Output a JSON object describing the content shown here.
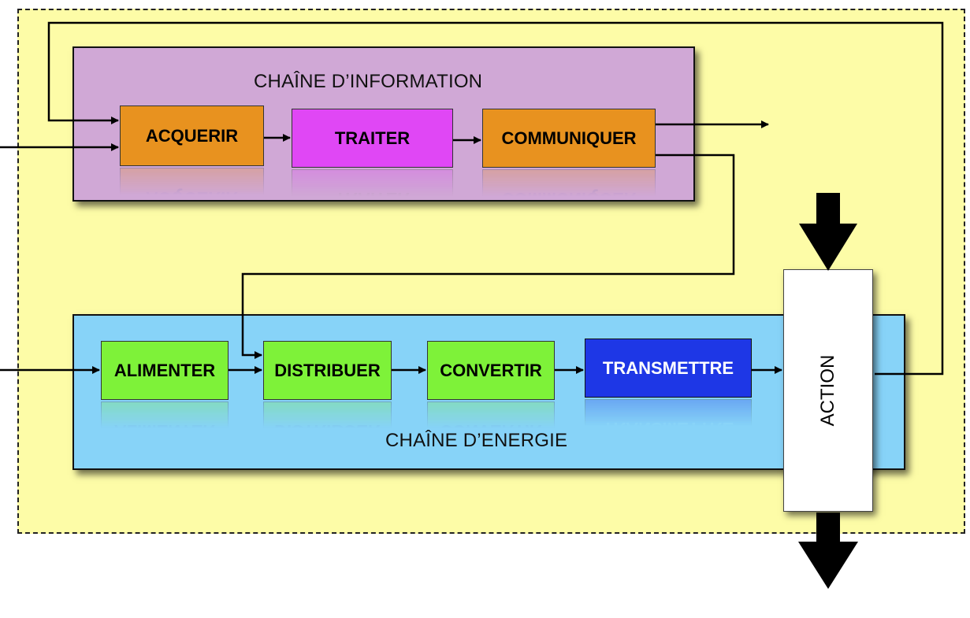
{
  "info_chain": {
    "title": "CHAÎNE D’INFORMATION",
    "blocks": [
      "ACQUERIR",
      "TRAITER",
      "COMMUNIQUER"
    ]
  },
  "energy_chain": {
    "title": "CHAÎNE D’ENERGIE",
    "blocks": [
      "ALIMENTER",
      "DISTRIBUER",
      "CONVERTIR",
      "TRANSMETTRE"
    ]
  },
  "action": {
    "label": "ACTION"
  },
  "colors": {
    "system_background": "#fdfca7",
    "info_chain_background": "#d0a8d6",
    "energy_chain_background": "#87d3f8",
    "acquire_communicate_block": "#e8921f",
    "process_block": "#e047f5",
    "energy_blocks": "#7ef239",
    "transmit_block": "#1e37e6"
  }
}
